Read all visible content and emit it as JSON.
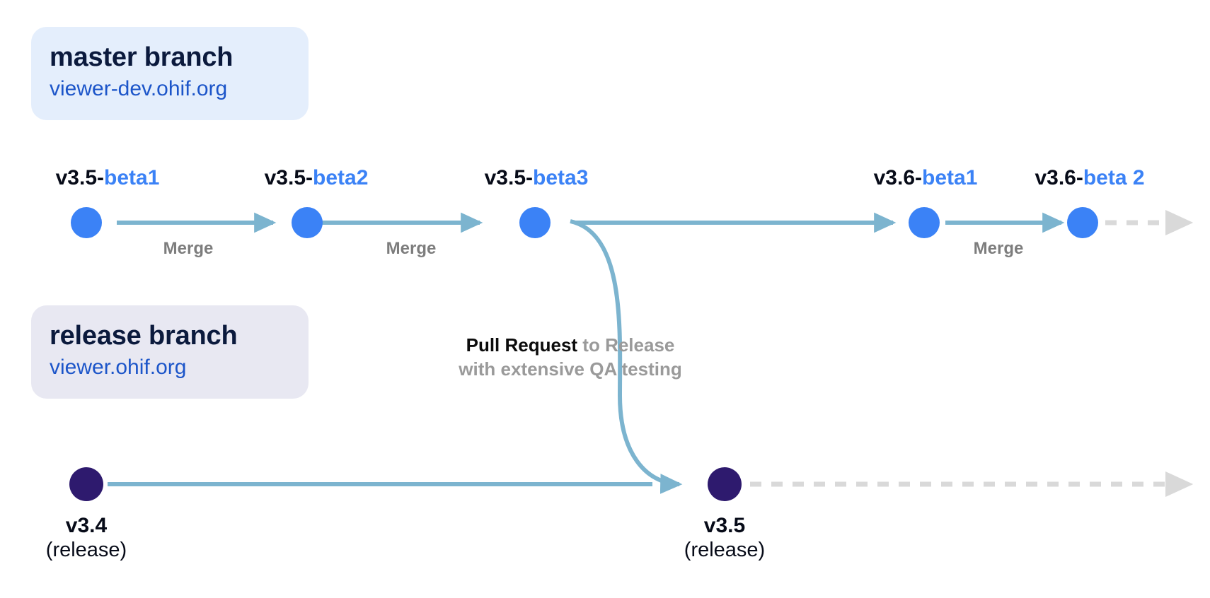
{
  "diagram": {
    "title": "OHIF branching and release flow",
    "colors": {
      "master_card_bg": "#e4eefc",
      "release_card_bg": "#e8e8f2",
      "beta_node": "#3b82f6",
      "release_node": "#2e1a6e",
      "solid_arrow": "#7cb4cf",
      "dashed_arrow": "#d9d9d9",
      "heading_text": "#0b1a3d",
      "url_text": "#1c55c9",
      "muted_text": "#7d7d7d"
    }
  },
  "master": {
    "card": {
      "title": "master branch",
      "url": "viewer-dev.ohif.org"
    },
    "commits": [
      {
        "version": "v3.5-",
        "beta": "beta1"
      },
      {
        "version": "v3.5-",
        "beta": "beta2"
      },
      {
        "version": "v3.5-",
        "beta": "beta3"
      },
      {
        "version": "v3.6-",
        "beta": "beta1"
      },
      {
        "version": "v3.6-",
        "beta": "beta 2"
      }
    ],
    "merge_labels": [
      "Merge",
      "Merge",
      "Merge"
    ]
  },
  "release": {
    "card": {
      "title": "release branch",
      "url": "viewer.ohif.org"
    },
    "commits": [
      {
        "version": "v3.4",
        "kind": "(release)"
      },
      {
        "version": "v3.5",
        "kind": "(release)"
      }
    ]
  },
  "pull_request": {
    "line1_strong": "Pull Request",
    "line1_rest": " to Release",
    "line2": "with extensive QA testing"
  }
}
